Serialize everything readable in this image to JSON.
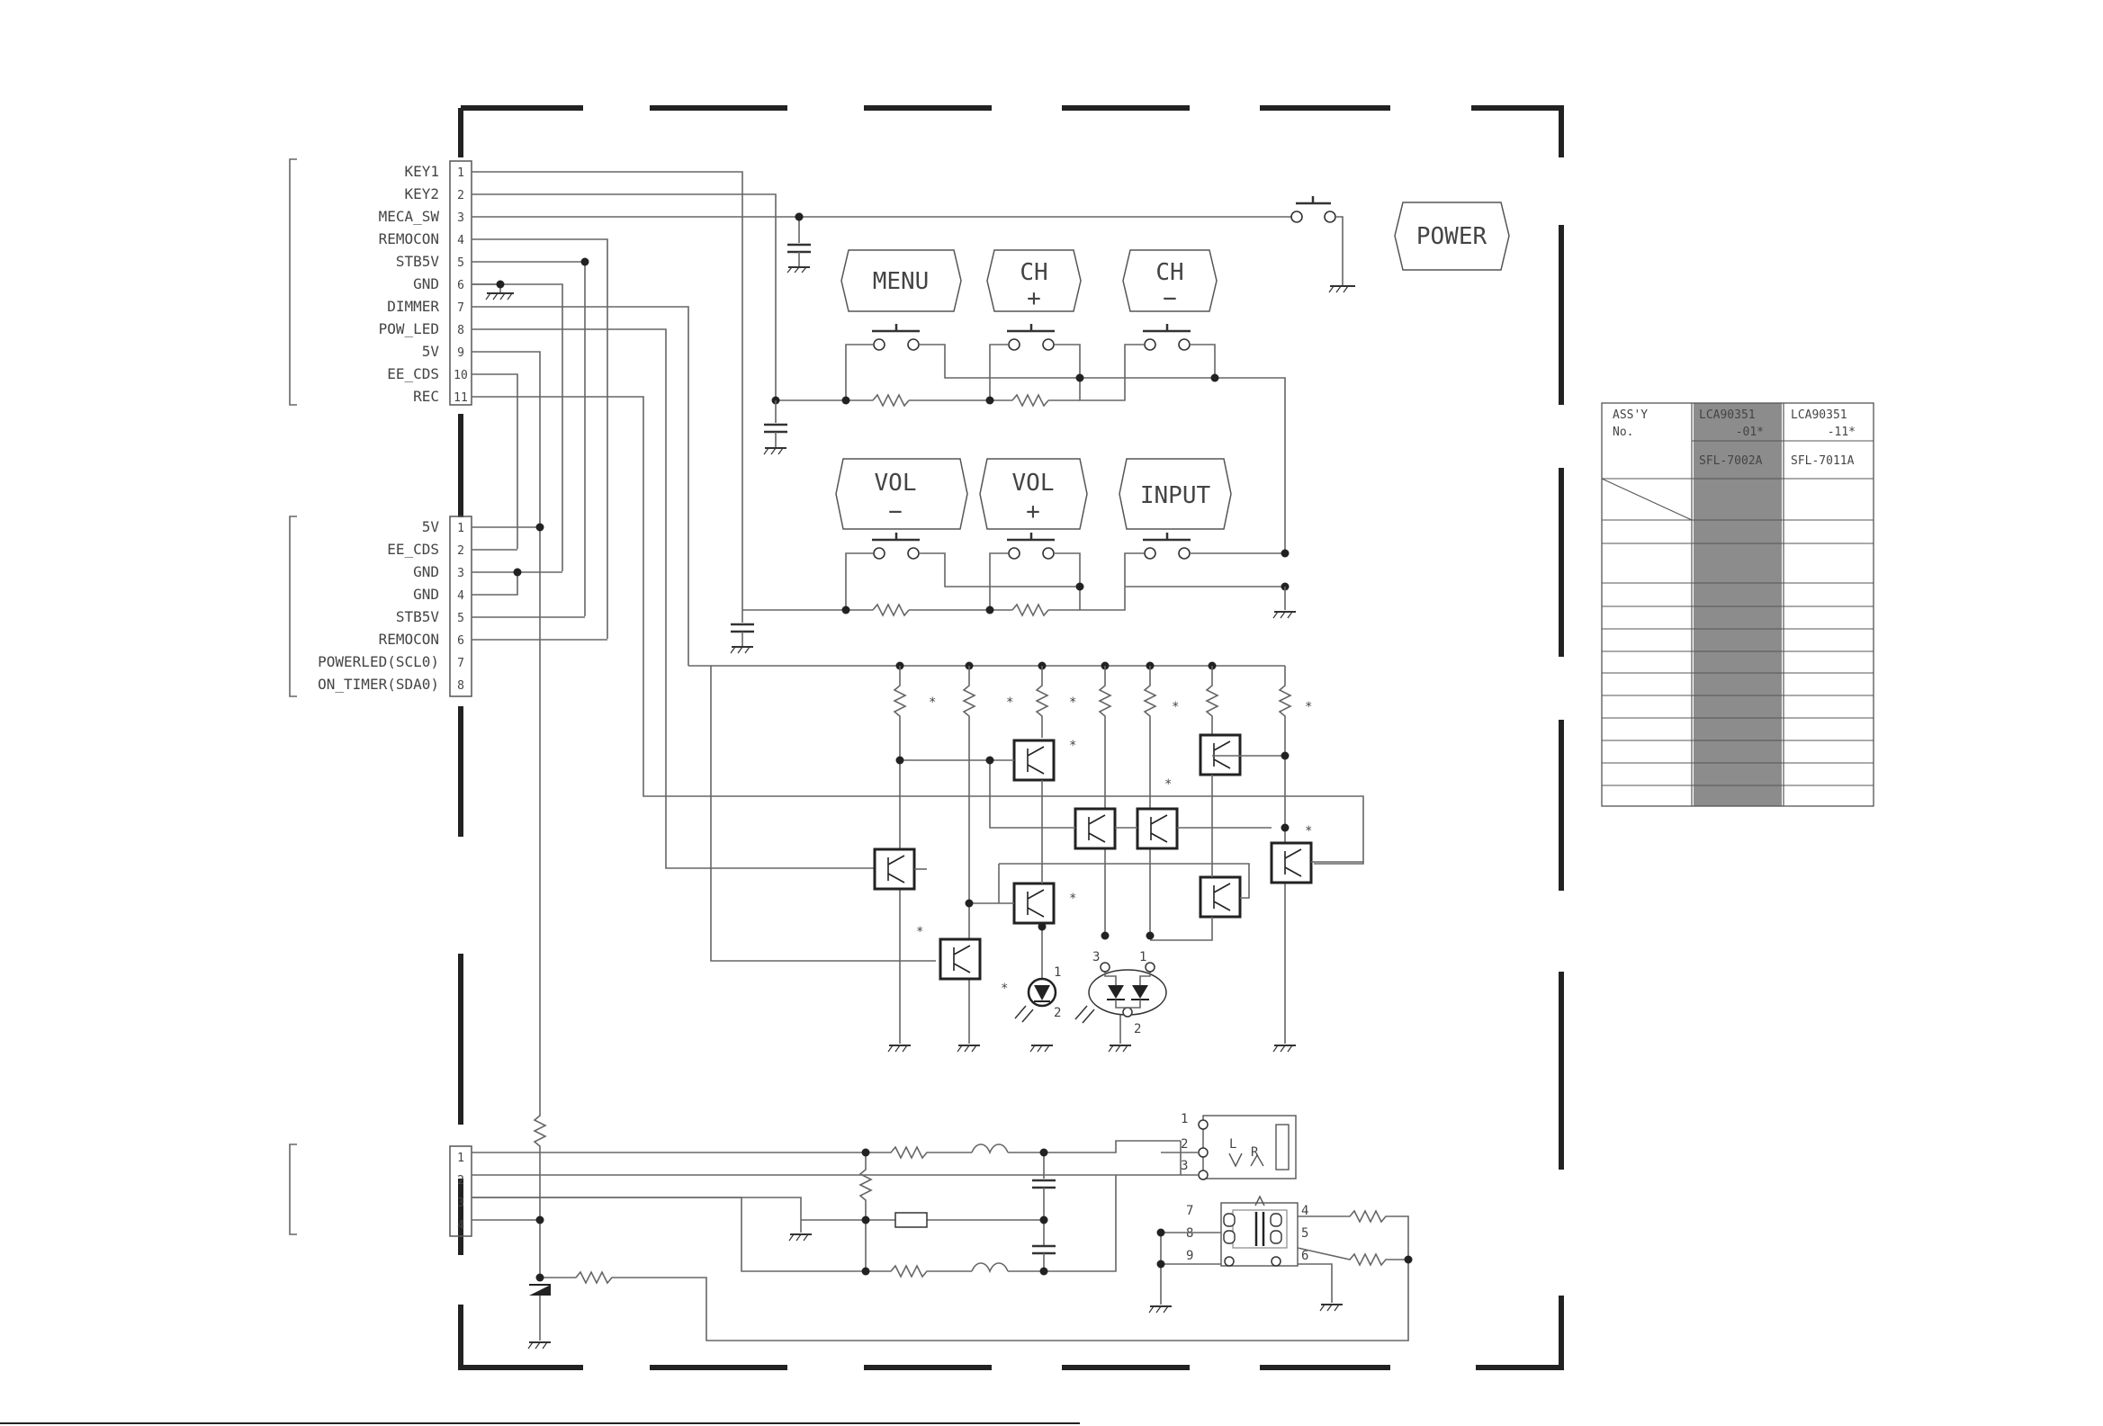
{
  "connector_a": {
    "pins": [
      {
        "num": "1",
        "label": "KEY1"
      },
      {
        "num": "2",
        "label": "KEY2"
      },
      {
        "num": "3",
        "label": "MECA_SW"
      },
      {
        "num": "4",
        "label": "REMOCON"
      },
      {
        "num": "5",
        "label": "STB5V"
      },
      {
        "num": "6",
        "label": "GND"
      },
      {
        "num": "7",
        "label": "DIMMER"
      },
      {
        "num": "8",
        "label": "POW_LED"
      },
      {
        "num": "9",
        "label": "5V"
      },
      {
        "num": "10",
        "label": "EE_CDS"
      },
      {
        "num": "11",
        "label": "REC"
      }
    ]
  },
  "connector_b": {
    "pins": [
      {
        "num": "1",
        "label": "5V"
      },
      {
        "num": "2",
        "label": "EE_CDS"
      },
      {
        "num": "3",
        "label": "GND"
      },
      {
        "num": "4",
        "label": "GND"
      },
      {
        "num": "5",
        "label": "STB5V"
      },
      {
        "num": "6",
        "label": "REMOCON"
      },
      {
        "num": "7",
        "label": "POWERLED(SCL0)"
      },
      {
        "num": "8",
        "label": "ON_TIMER(SDA0)"
      }
    ]
  },
  "connector_c": {
    "pins": [
      {
        "num": "1"
      },
      {
        "num": "2"
      },
      {
        "num": "3"
      },
      {
        "num": "4"
      }
    ]
  },
  "buttons": {
    "power": "POWER",
    "menu": "MENU",
    "ch_up_1": "CH",
    "ch_up_2": "+",
    "ch_down_1": "CH",
    "ch_down_2": "−",
    "vol_down_1": "VOL",
    "vol_down_2": "−",
    "vol_up_1": "VOL",
    "vol_up_2": "+",
    "input": "INPUT"
  },
  "jack": {
    "left_label": "L",
    "right_label": "R",
    "pins_top": [
      "1",
      "2",
      "3"
    ],
    "pins_left": [
      "7",
      "8",
      "9"
    ],
    "pins_right": [
      "4",
      "5",
      "6"
    ]
  },
  "optical": {
    "led_pin_top": "1",
    "led_pin_bottom": "2",
    "rx_pin_left": "3",
    "rx_pin_right": "1",
    "rx_pin_bottom": "2"
  },
  "assy_table": {
    "header_label_1": "ASS'Y",
    "header_label_2": "No.",
    "col1_line1": "LCA90351",
    "col1_line2": "-01*",
    "col1_model": "SFL-7002A",
    "col2_line1": "LCA90351",
    "col2_line2": "-11*",
    "col2_model": "SFL-7011A",
    "shade_color": "#8c8c8c"
  },
  "marker": "*",
  "colors": {
    "wire": "#666666",
    "frame": "#222222",
    "component": "#333333"
  }
}
